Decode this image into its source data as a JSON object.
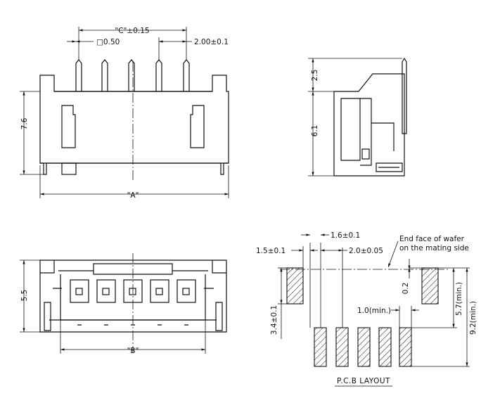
{
  "front_view": {
    "dim_c": "\"C\"±0.15",
    "dim_square": "□0.50",
    "dim_pitch": "2.00±0.1",
    "dim_height": "7.6",
    "dim_a": "\"A\""
  },
  "side_view": {
    "dim_top": "2.5",
    "dim_body": "6.1"
  },
  "bottom_view": {
    "dim_height": "5.5",
    "dim_b": "\"B\""
  },
  "pcb_layout": {
    "dim_side_gap": "1.5±0.1",
    "dim_pad_width": "1.6±0.1",
    "dim_pitch": "2.0±0.05",
    "note_line1": "End face of wafer",
    "note_line2": "on the mating side",
    "dim_offset": "0.2",
    "dim_pad_height": "3.4±0.1",
    "dim_min_gap": "1.0(min.)",
    "dim_inner": "5.7(min.)",
    "dim_outer": "9.2(min.)",
    "title": "P.C.B  LAYOUT"
  }
}
